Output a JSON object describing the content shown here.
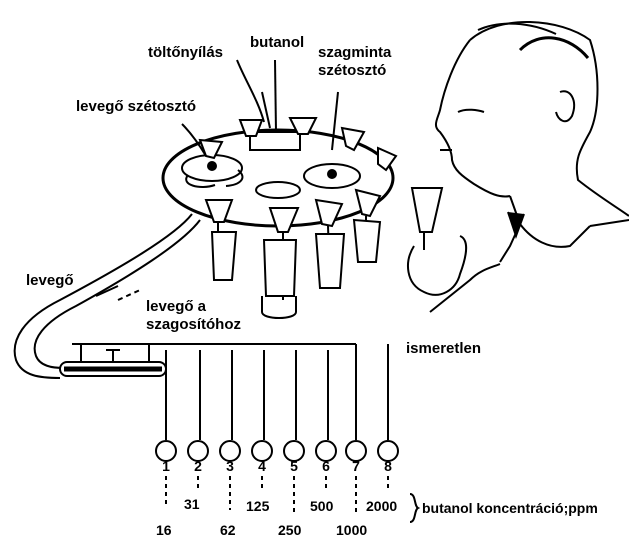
{
  "labels": {
    "filling_port": "töltőnyílás",
    "butanol": "butanol",
    "sample_distributor_line1": "szagminta",
    "sample_distributor_line2": "szétosztó",
    "air_distributor": "levegő szétosztó",
    "air": "levegő",
    "air_to_odorizer_line1": "levegő a",
    "air_to_odorizer_line2": "szagosítóhoz",
    "unknown": "ismeretlen",
    "concentration_caption": "butanol koncentráció;ppm"
  },
  "ports": [
    "1",
    "2",
    "3",
    "4",
    "5",
    "6",
    "7",
    "8"
  ],
  "concentrations_top": [
    "31",
    "125",
    "500",
    "2000"
  ],
  "concentrations_bottom": [
    "16",
    "62",
    "250",
    "1000"
  ]
}
